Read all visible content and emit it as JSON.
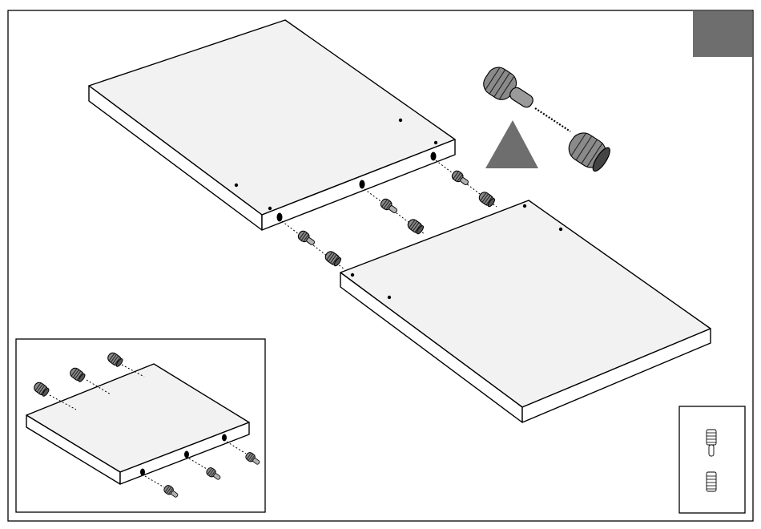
{
  "colors": {
    "background": "#ffffff",
    "outline": "#000000",
    "panel_surface": "#f2f2f2",
    "panel_edge": "#ffffff",
    "fitting": "#8a8a8a",
    "page_tab": "#6e6e6e",
    "arrow": "#6e6e6e"
  },
  "steps": [
    {
      "step": "main",
      "panels": 2,
      "dowels_per_edge": 3
    },
    {
      "step": "inset",
      "panels": 1,
      "dowels_per_edge": 3
    }
  ],
  "parts_legend": {
    "items": [
      {
        "icon": "screw-bolt-icon"
      },
      {
        "icon": "threaded-insert-icon"
      }
    ]
  }
}
